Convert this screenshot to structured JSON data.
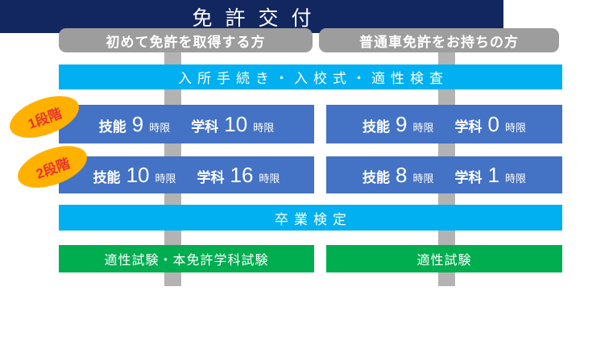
{
  "headers": {
    "first_time": "初めて免許を取得する方",
    "has_license": "普通車免許をお持ちの方"
  },
  "process": {
    "intake": "入所手続き・入校式・適性検査",
    "graduation_exam": "卒業検定",
    "license_issue": "免許交付"
  },
  "stages": [
    {
      "badge": "1段階",
      "first_time": {
        "skill_label": "技能",
        "skill_hours": "9",
        "skill_unit": "時限",
        "academic_label": "学科",
        "academic_hours": "10",
        "academic_unit": "時限"
      },
      "has_license": {
        "skill_label": "技能",
        "skill_hours": "9",
        "skill_unit": "時限",
        "academic_label": "学科",
        "academic_hours": "0",
        "academic_unit": "時限"
      }
    },
    {
      "badge": "2段階",
      "first_time": {
        "skill_label": "技能",
        "skill_hours": "10",
        "skill_unit": "時限",
        "academic_label": "学科",
        "academic_hours": "16",
        "academic_unit": "時限"
      },
      "has_license": {
        "skill_label": "技能",
        "skill_hours": "8",
        "skill_unit": "時限",
        "academic_label": "学科",
        "academic_hours": "1",
        "academic_unit": "時限"
      }
    }
  ],
  "final_exams": {
    "first_time": "適性試験・本免許学科試験",
    "has_license": "適性試験"
  },
  "colors": {
    "header_gray": "#9D9D9D",
    "connector_gray": "#B3B3B3",
    "cyan": "#00B0F0",
    "blue": "#4472C4",
    "green": "#00AD4F",
    "navy": "#12265F",
    "badge_orange": "#FFB100",
    "badge_text_red": "#E8332D"
  }
}
